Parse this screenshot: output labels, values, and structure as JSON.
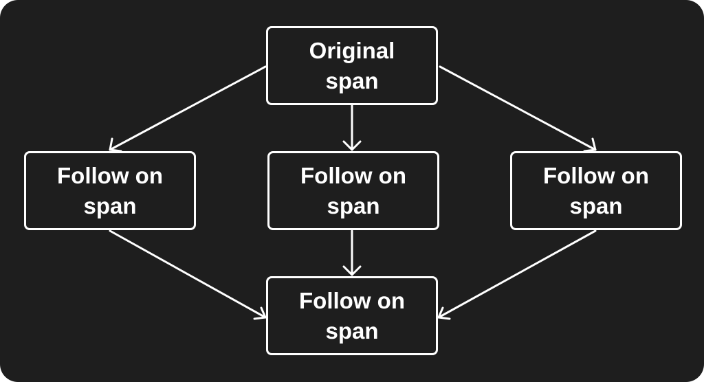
{
  "diagram": {
    "background": "#1e1e1e",
    "stroke": "#ffffff",
    "nodes": {
      "original": {
        "label": "Original span"
      },
      "follow_left": {
        "label": "Follow on span"
      },
      "follow_middle": {
        "label": "Follow on span"
      },
      "follow_right": {
        "label": "Follow on span"
      },
      "follow_bottom": {
        "label": "Follow on span"
      }
    },
    "edges": [
      {
        "from": "original",
        "to": "follow_left"
      },
      {
        "from": "original",
        "to": "follow_middle"
      },
      {
        "from": "original",
        "to": "follow_right"
      },
      {
        "from": "follow_left",
        "to": "follow_bottom"
      },
      {
        "from": "follow_middle",
        "to": "follow_bottom"
      },
      {
        "from": "follow_right",
        "to": "follow_bottom"
      }
    ]
  }
}
